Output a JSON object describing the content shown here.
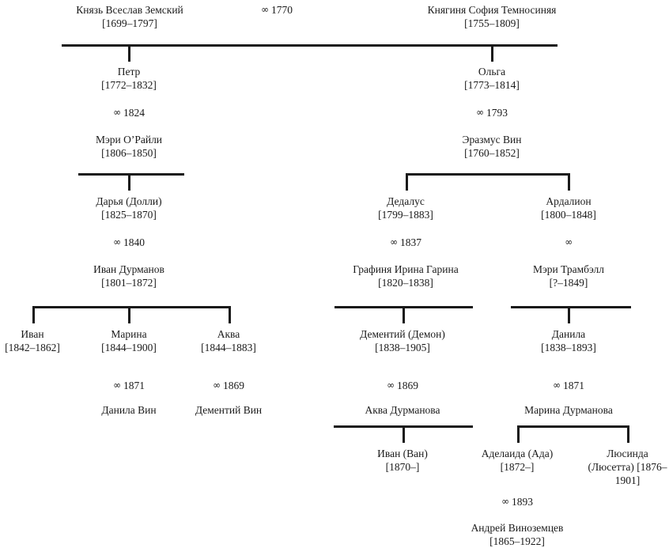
{
  "meta": {
    "marriage_symbol": "∞",
    "ink_color": "#1a1a1a",
    "background_color": "#ffffff"
  },
  "people": {
    "vseslav": {
      "name": "Князь Всеслав Земский",
      "dates": "[1699–1797]"
    },
    "sofia": {
      "name": "Княгиня София Темносиняя",
      "dates": "[1755–1809]"
    },
    "petr": {
      "name": "Петр",
      "dates": "[1772–1832]"
    },
    "olga": {
      "name": "Ольга",
      "dates": "[1773–1814]"
    },
    "meri_oreilly": {
      "name": "Мэри О’Райли",
      "dates": "[1806–1850]"
    },
    "erazmus": {
      "name": "Эразмус Вин",
      "dates": "[1760–1852]"
    },
    "darya": {
      "name": "Дарья (Долли)",
      "dates": "[1825–1870]"
    },
    "dedalus": {
      "name": "Дедалус",
      "dates": "[1799–1883]"
    },
    "ardalion": {
      "name": "Ардалион",
      "dates": "[1800–1848]"
    },
    "ivan_durmanov": {
      "name": "Иван Дурманов",
      "dates": "[1801–1872]"
    },
    "irina_garina": {
      "name": "Графиня Ирина Гарина",
      "dates": "[1820–1838]"
    },
    "meri_trumbell": {
      "name": "Мэри Трамбэлл",
      "dates": "[?–1849]"
    },
    "ivan": {
      "name": "Иван",
      "dates": "[1842–1862]"
    },
    "marina": {
      "name": "Марина",
      "dates": "[1844–1900]"
    },
    "akva": {
      "name": "Аква",
      "dates": "[1844–1883]"
    },
    "dementiy_demon": {
      "name": "Дементий (Демон)",
      "dates": "[1838–1905]"
    },
    "danila": {
      "name": "Данила",
      "dates": "[1838–1893]"
    },
    "danila_vin": {
      "name": "Данила Вин",
      "dates": ""
    },
    "dementiy_vin": {
      "name": "Дементий Вин",
      "dates": ""
    },
    "akva_durmanova": {
      "name": "Аква Дурманова",
      "dates": ""
    },
    "marina_durmanova": {
      "name": "Марина Дурманова",
      "dates": ""
    },
    "ivan_van": {
      "name": "Иван (Ван)",
      "dates": "[1870–]"
    },
    "adelaida": {
      "name": "Аделаида (Ада)",
      "dates": "[1872–]"
    },
    "lyusinda": {
      "name": "Люсинда",
      "name2": "(Люсетта)",
      "dates": "[1876–1901]"
    },
    "andrey": {
      "name": "Андрей Виноземцев",
      "dates": "[1865–1922]"
    }
  },
  "marriages": {
    "m_vseslav_sofia": {
      "symbol": "∞",
      "year": "1770"
    },
    "m_petr_meri": {
      "symbol": "∞",
      "year": "1824"
    },
    "m_olga_erazmus": {
      "symbol": "∞",
      "year": "1793"
    },
    "m_darya_ivan": {
      "symbol": "∞",
      "year": "1840"
    },
    "m_dedalus_irina": {
      "symbol": "∞",
      "year": "1837"
    },
    "m_ardalion_meri": {
      "symbol": "∞",
      "year": ""
    },
    "m_marina_danila": {
      "symbol": "∞",
      "year": "1871"
    },
    "m_akva_dementiy": {
      "symbol": "∞",
      "year": "1869"
    },
    "m_demon_akvad": {
      "symbol": "∞",
      "year": "1869"
    },
    "m_danila_marinad": {
      "symbol": "∞",
      "year": "1871"
    },
    "m_ada_andrey": {
      "symbol": "∞",
      "year": "1893"
    }
  }
}
